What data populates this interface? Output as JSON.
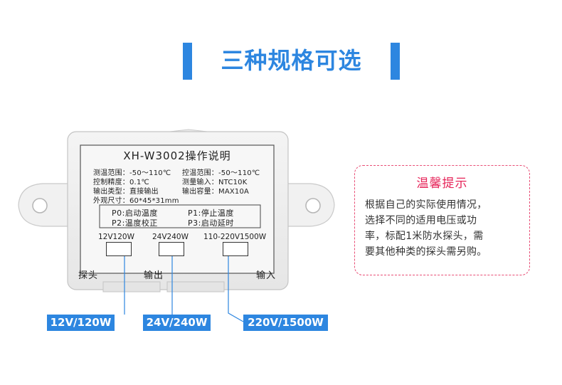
{
  "heading": {
    "title": "三种规格可选",
    "accent_color": "#2d86e0"
  },
  "panel": {
    "title": "XH-W3002操作说明",
    "specs": {
      "measure_range": "测温范围：-50～110℃",
      "control_range": "控温范围：-50～110℃",
      "precision": "控制精度：0.1℃",
      "measure_input": "测量输入：NTC10K",
      "output_type": "输出类型：直接输出",
      "output_capacity": "输出容量：MAX10A",
      "dimensions": "外观尺寸：60*45*31mm"
    },
    "params": {
      "p0": "P0:启动温度",
      "p1": "P1:停止温度",
      "p2": "P2:温度校正",
      "p3": "P3:启动延时"
    },
    "terminals": {
      "t12": "12V120W",
      "t24": "24V240W",
      "t220": "110-220V1500W"
    },
    "bottom_labels": {
      "probe": "探头",
      "output": "输出",
      "input": "输入"
    }
  },
  "callouts": {
    "c12": "12V/120W",
    "c24": "24V/240W",
    "c220": "220V/1500W",
    "color": "#2d86e0"
  },
  "tip": {
    "title": "温馨提示",
    "line1": "根据自己的实际使用情况，",
    "line2": "选择不同的适用电压或功",
    "line3": "率，标配1米防水探头，需",
    "line4": "要其他种类的探头需另购。",
    "border_color": "#e84d75"
  }
}
